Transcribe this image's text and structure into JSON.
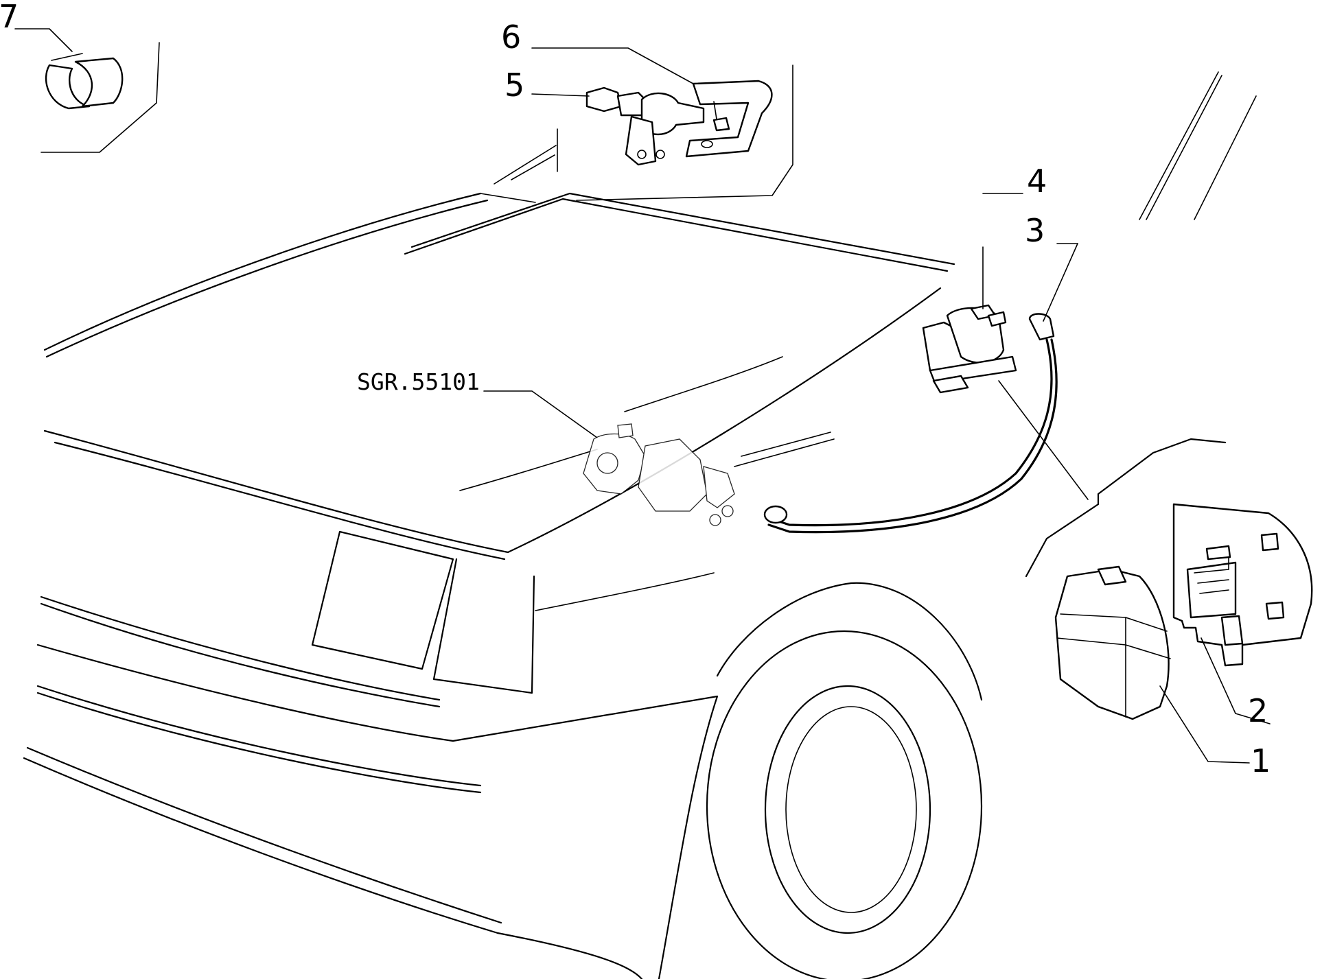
{
  "callouts": [
    {
      "id": "1",
      "label": "1"
    },
    {
      "id": "2",
      "label": "2"
    },
    {
      "id": "3",
      "label": "3"
    },
    {
      "id": "4",
      "label": "4"
    },
    {
      "id": "5",
      "label": "5"
    },
    {
      "id": "6",
      "label": "6"
    },
    {
      "id": "7",
      "label": "7"
    }
  ],
  "reference": {
    "label": "SGR.55101"
  }
}
